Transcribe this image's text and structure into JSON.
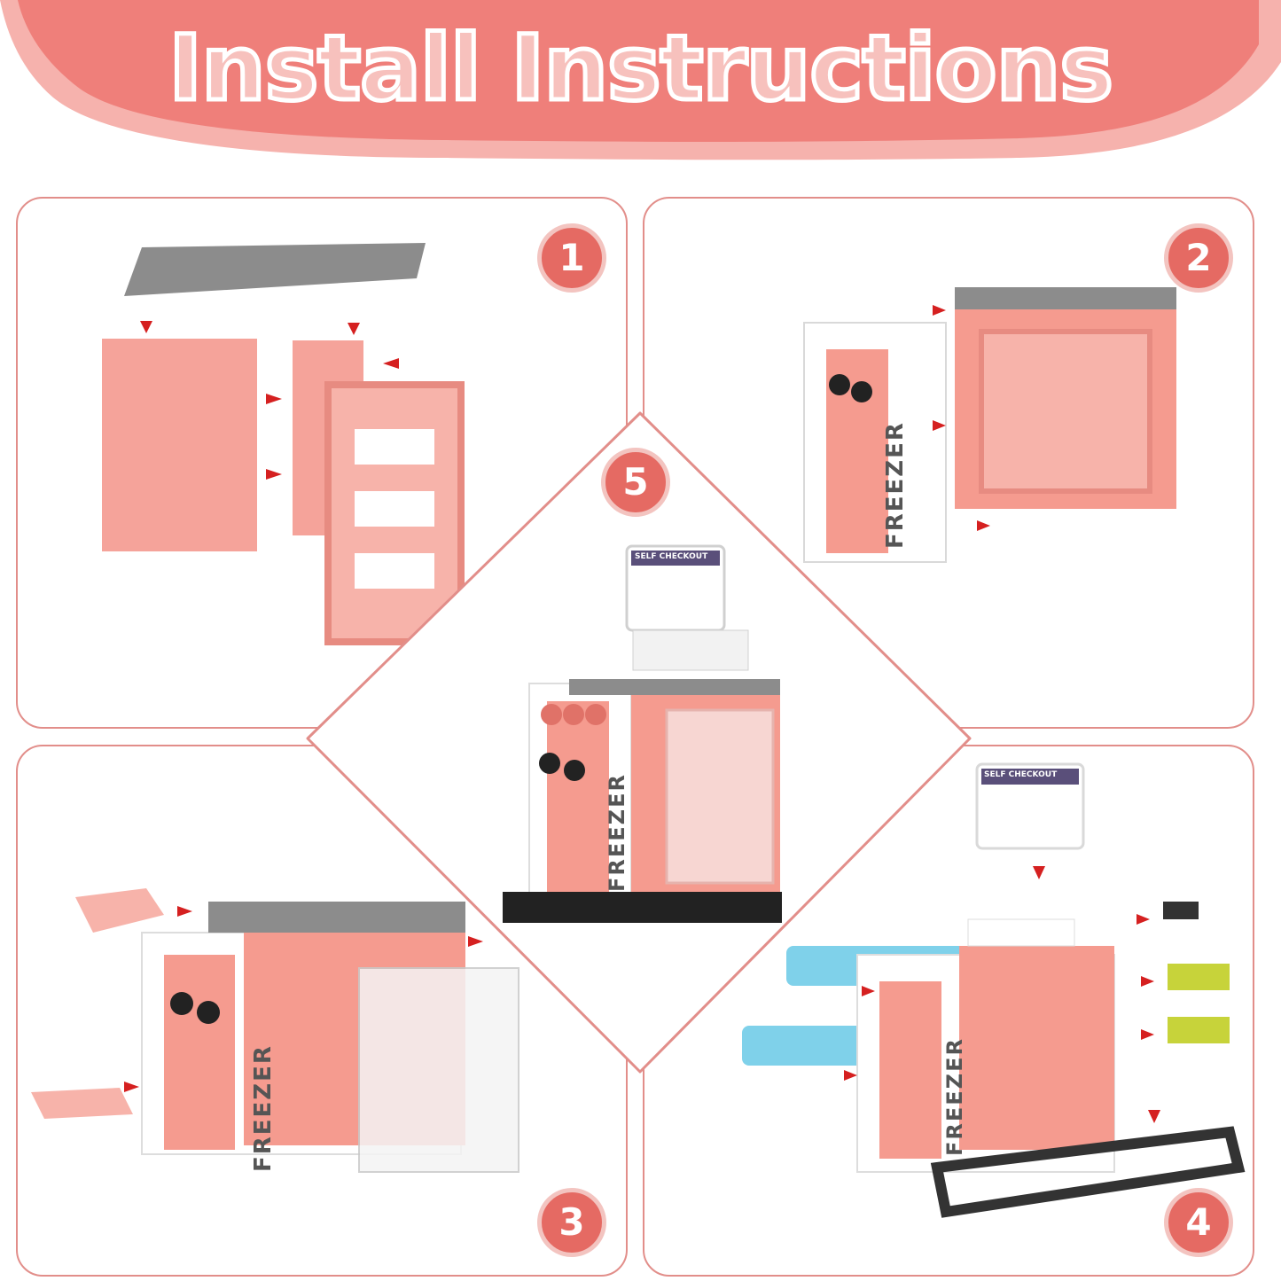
{
  "title": "Install Instructions",
  "steps": [
    {
      "number": "1"
    },
    {
      "number": "2"
    },
    {
      "number": "3"
    },
    {
      "number": "4"
    },
    {
      "number": "5"
    }
  ],
  "labels": {
    "freezer": "FREEZER",
    "self_checkout": "SELF CHECKOUT"
  },
  "colors": {
    "banner": "#ef7f7a",
    "panel_border": "#e28e8a",
    "badge": "#e56a63",
    "toy_pink": "#f59b8f",
    "toy_gray": "#8a8a8a",
    "arrow_red": "#d52020",
    "tray_blue": "#7fd1ea",
    "basket_green": "#c7d33a"
  }
}
